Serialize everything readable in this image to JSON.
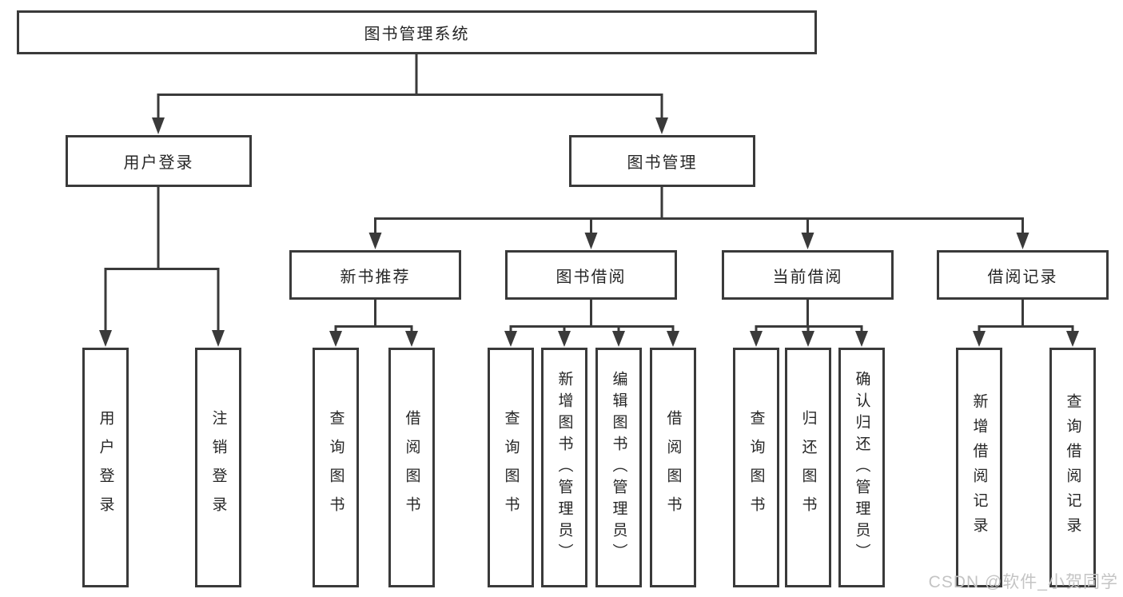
{
  "diagram": {
    "title": "图书管理系统",
    "nodes": {
      "root": {
        "label": "图书管理系统"
      },
      "user_login": {
        "label": "用户登录"
      },
      "book_mgmt": {
        "label": "图书管理"
      },
      "login_leaf": {
        "label": "用户登录"
      },
      "logout_leaf": {
        "label": "注销登录"
      },
      "new_book_rec": {
        "label": "新书推荐"
      },
      "book_borrow": {
        "label": "图书借阅"
      },
      "current_borrow": {
        "label": "当前借阅"
      },
      "borrow_records": {
        "label": "借阅记录"
      },
      "nbr_query": {
        "label": "查询图书"
      },
      "nbr_borrow": {
        "label": "借阅图书"
      },
      "bb_query": {
        "label": "查询图书"
      },
      "bb_add": {
        "label": "新增图书（管理员）"
      },
      "bb_edit": {
        "label": "编辑图书（管理员）"
      },
      "bb_borrow": {
        "label": "借阅图书"
      },
      "cb_query": {
        "label": "查询图书"
      },
      "cb_return": {
        "label": "归还图书"
      },
      "cb_confirm": {
        "label": "确认归还（管理员）"
      },
      "br_add": {
        "label": "新增借阅记录"
      },
      "br_query": {
        "label": "查询借阅记录"
      }
    },
    "edges": [
      [
        "root",
        "user_login"
      ],
      [
        "root",
        "book_mgmt"
      ],
      [
        "user_login",
        "login_leaf"
      ],
      [
        "user_login",
        "logout_leaf"
      ],
      [
        "book_mgmt",
        "new_book_rec"
      ],
      [
        "book_mgmt",
        "book_borrow"
      ],
      [
        "book_mgmt",
        "current_borrow"
      ],
      [
        "book_mgmt",
        "borrow_records"
      ],
      [
        "new_book_rec",
        "nbr_query"
      ],
      [
        "new_book_rec",
        "nbr_borrow"
      ],
      [
        "book_borrow",
        "bb_query"
      ],
      [
        "book_borrow",
        "bb_add"
      ],
      [
        "book_borrow",
        "bb_edit"
      ],
      [
        "book_borrow",
        "bb_borrow"
      ],
      [
        "current_borrow",
        "cb_query"
      ],
      [
        "current_borrow",
        "cb_return"
      ],
      [
        "current_borrow",
        "cb_confirm"
      ],
      [
        "borrow_records",
        "br_add"
      ],
      [
        "borrow_records",
        "br_query"
      ]
    ],
    "colors": {
      "line": "#3a3a3a",
      "text": "#262626",
      "watermark": "#c4c4c4",
      "background": "#ffffff"
    }
  },
  "watermark": {
    "text": "CSDN @软件_小贺同学"
  }
}
